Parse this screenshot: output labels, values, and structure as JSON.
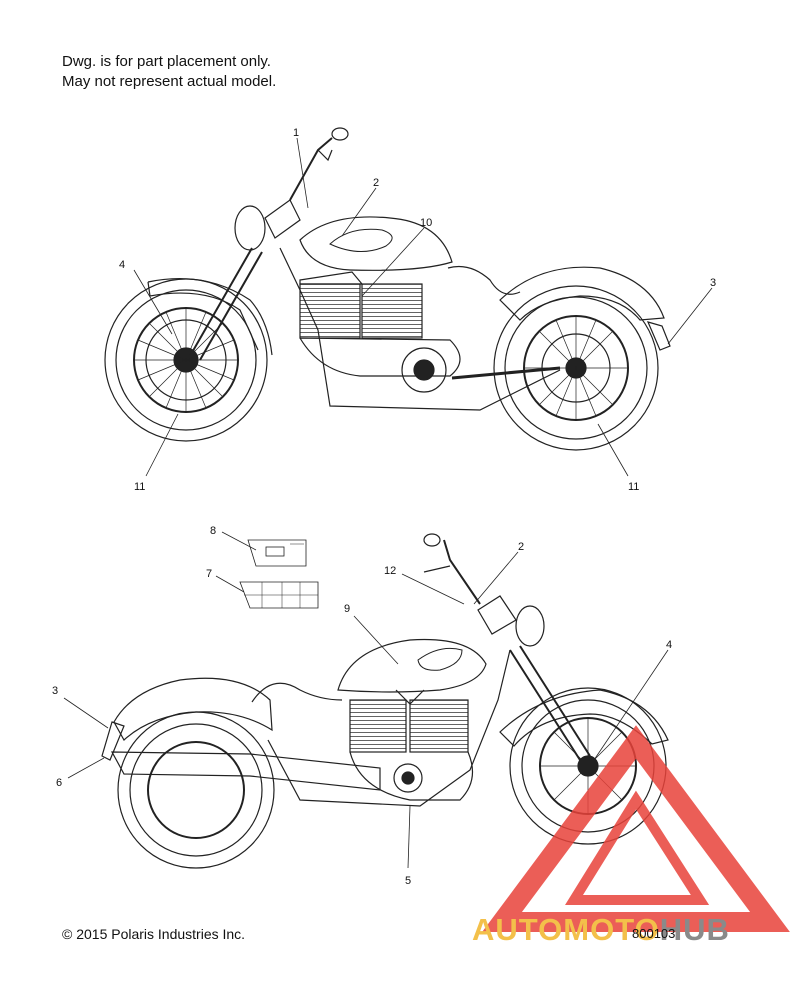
{
  "note": {
    "line1": "Dwg. is for part placement only.",
    "line2": "May not represent actual model."
  },
  "upper_callouts": [
    "1",
    "2",
    "10",
    "4",
    "3",
    "11",
    "11"
  ],
  "lower_callouts": [
    "8",
    "7",
    "2",
    "12",
    "9",
    "4",
    "3",
    "6",
    "5"
  ],
  "copyright": "© 2015 Polaris Industries Inc.",
  "drawing_number": "800103",
  "watermark": {
    "part_a": "AUTOMOTO",
    "part_b": "HUB",
    "colors": {
      "triangle": "#e8423a",
      "text_a": "#f3c04a",
      "text_b": "#8a8a8a"
    }
  }
}
